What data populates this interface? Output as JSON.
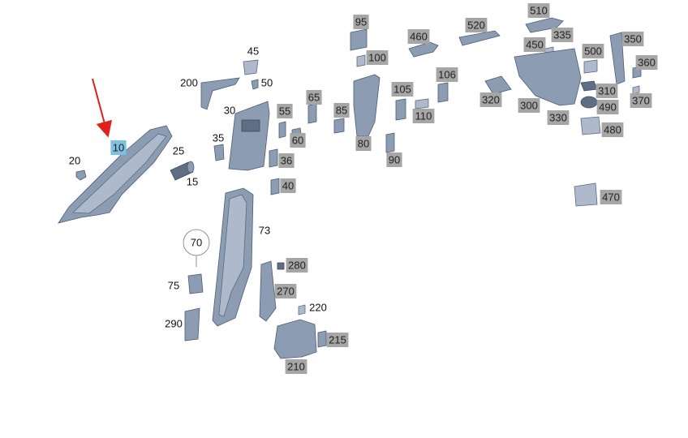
{
  "labels": [
    {
      "id": "10",
      "text": "10",
      "style": "highlight"
    },
    {
      "id": "15",
      "text": "15",
      "style": "plain"
    },
    {
      "id": "20",
      "text": "20",
      "style": "plain"
    },
    {
      "id": "25",
      "text": "25",
      "style": "plain"
    },
    {
      "id": "30",
      "text": "30",
      "style": "plain"
    },
    {
      "id": "35",
      "text": "35",
      "style": "plain"
    },
    {
      "id": "36",
      "text": "36",
      "style": "box"
    },
    {
      "id": "40",
      "text": "40",
      "style": "box"
    },
    {
      "id": "45",
      "text": "45",
      "style": "plain"
    },
    {
      "id": "50",
      "text": "50",
      "style": "plain"
    },
    {
      "id": "55",
      "text": "55",
      "style": "box"
    },
    {
      "id": "60",
      "text": "60",
      "style": "box"
    },
    {
      "id": "65",
      "text": "65",
      "style": "box"
    },
    {
      "id": "70",
      "text": "70",
      "style": "circle"
    },
    {
      "id": "73",
      "text": "73",
      "style": "plain"
    },
    {
      "id": "75",
      "text": "75",
      "style": "plain"
    },
    {
      "id": "80",
      "text": "80",
      "style": "box"
    },
    {
      "id": "85",
      "text": "85",
      "style": "box"
    },
    {
      "id": "90",
      "text": "90",
      "style": "box"
    },
    {
      "id": "95",
      "text": "95",
      "style": "box"
    },
    {
      "id": "100",
      "text": "100",
      "style": "box"
    },
    {
      "id": "105",
      "text": "105",
      "style": "box"
    },
    {
      "id": "106",
      "text": "106",
      "style": "box"
    },
    {
      "id": "110",
      "text": "110",
      "style": "box"
    },
    {
      "id": "200",
      "text": "200",
      "style": "plain"
    },
    {
      "id": "210",
      "text": "210",
      "style": "box"
    },
    {
      "id": "215",
      "text": "215",
      "style": "box"
    },
    {
      "id": "220",
      "text": "220",
      "style": "plain"
    },
    {
      "id": "270",
      "text": "270",
      "style": "box"
    },
    {
      "id": "280",
      "text": "280",
      "style": "box"
    },
    {
      "id": "290",
      "text": "290",
      "style": "plain"
    },
    {
      "id": "300",
      "text": "300",
      "style": "box"
    },
    {
      "id": "310",
      "text": "310",
      "style": "box"
    },
    {
      "id": "320",
      "text": "320",
      "style": "box"
    },
    {
      "id": "330",
      "text": "330",
      "style": "box"
    },
    {
      "id": "335",
      "text": "335",
      "style": "box"
    },
    {
      "id": "350",
      "text": "350",
      "style": "box"
    },
    {
      "id": "360",
      "text": "360",
      "style": "box"
    },
    {
      "id": "370",
      "text": "370",
      "style": "box"
    },
    {
      "id": "450",
      "text": "450",
      "style": "box"
    },
    {
      "id": "460",
      "text": "460",
      "style": "box"
    },
    {
      "id": "470",
      "text": "470",
      "style": "box"
    },
    {
      "id": "480",
      "text": "480",
      "style": "box"
    },
    {
      "id": "490",
      "text": "490",
      "style": "box"
    },
    {
      "id": "500",
      "text": "500",
      "style": "box"
    },
    {
      "id": "510",
      "text": "510",
      "style": "box"
    },
    {
      "id": "520",
      "text": "520",
      "style": "box"
    }
  ],
  "colors": {
    "part_fill": "#8c9cb2",
    "part_stroke": "#4f5d72",
    "label_box": "#a6a6a6",
    "label_highlight": "#7fbfe0",
    "arrow": "#e0201c"
  },
  "arrow": {
    "points_to": "10"
  }
}
